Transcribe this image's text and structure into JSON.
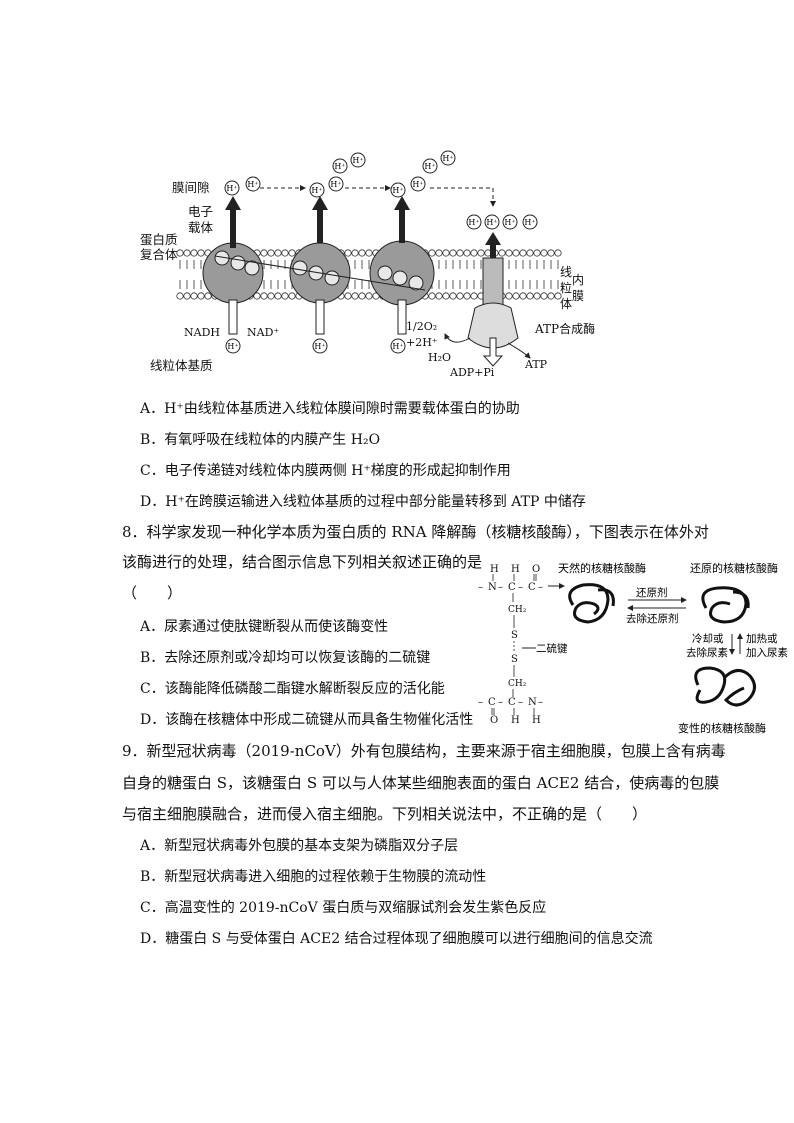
{
  "fig1": {
    "label_intermembrane": "膜间隙",
    "label_electron_carrier_1": "电子",
    "label_electron_carrier_2": "载体",
    "label_protein_complex_1": "蛋白质",
    "label_protein_complex_2": "复合体",
    "label_matrix": "线粒体基质",
    "label_inner_membrane_1": "线",
    "label_inner_membrane_2": "粒",
    "label_inner_membrane_3": "体",
    "label_inner_membrane_4": "内",
    "label_inner_membrane_5": "膜",
    "label_nadh": "NADH",
    "label_nad": "NAD⁺",
    "label_o2_1": "1/2O₂",
    "label_o2_2": "+2H⁺",
    "label_h2o": "H₂O",
    "label_atp_synthase": "ATP合成酶",
    "label_adp": "ADP+Pi",
    "label_atp": "ATP",
    "h_symbol": "H⁺"
  },
  "q7_options": [
    {
      "letter": "A．",
      "text": "H⁺由线粒体基质进入线粒体膜间隙时需要载体蛋白的协助"
    },
    {
      "letter": "B．",
      "text": "有氧呼吸在线粒体的内膜产生 H₂O"
    },
    {
      "letter": "C．",
      "text": "电子传递链对线粒体内膜两侧 H⁺梯度的形成起抑制作用"
    },
    {
      "letter": "D．",
      "text": "H⁺在跨膜运输进入线粒体基质的过程中部分能量转移到 ATP 中储存"
    }
  ],
  "q8": {
    "line1": "8．科学家发现一种化学本质为蛋白质的 RNA 降解酶（核糖核酸酶），下图表示在体外对",
    "line2": "该酶进行的处理，结合图示信息下列相关叙述正确的是",
    "bracket": "（　　）",
    "options": [
      {
        "letter": "A．",
        "text": "尿素通过使肽键断裂从而使该酶变性"
      },
      {
        "letter": "B．",
        "text": "去除还原剂或冷却均可以恢复该酶的二硫键"
      },
      {
        "letter": "C．",
        "text": "该酶能降低磷酸二酯键水解断裂反应的活化能"
      },
      {
        "letter": "D．",
        "text": "该酶在核糖体中形成二硫键从而具备生物催化活性"
      }
    ],
    "fig": {
      "natural": "天然的核糖核酸酶",
      "reduced": "还原的核糖核酸酶",
      "denatured": "变性的核糖核酸酶",
      "reducer": "还原剂",
      "remove_reducer": "去除还原剂",
      "cool_1": "冷却或",
      "cool_2": "去除尿素",
      "heat_1": "加热或",
      "heat_2": "加入尿素",
      "disulfide": "二硫键",
      "atoms": {
        "H": "H",
        "N": "N",
        "C": "C",
        "O": "O",
        "S": "S",
        "CH2": "CH₂"
      }
    }
  },
  "q9": {
    "line1": "9．新型冠状病毒（2019-nCoV）外有包膜结构，主要来源于宿主细胞膜，包膜上含有病毒",
    "line2": "自身的糖蛋白 S，该糖蛋白 S 可以与人体某些细胞表面的蛋白 ACE2 结合，使病毒的包膜",
    "line3": "与宿主细胞膜融合，进而侵入宿主细胞。下列相关说法中，不正确的是（　　）",
    "options": [
      {
        "letter": "A．",
        "text": "新型冠状病毒外包膜的基本支架为磷脂双分子层"
      },
      {
        "letter": "B．",
        "text": "新型冠状病毒进入细胞的过程依赖于生物膜的流动性"
      },
      {
        "letter": "C．",
        "text": "高温变性的 2019-nCoV 蛋白质与双缩脲试剂会发生紫色反应"
      },
      {
        "letter": "D．",
        "text": "糖蛋白 S 与受体蛋白 ACE2 结合过程体现了细胞膜可以进行细胞间的信息交流"
      }
    ]
  }
}
